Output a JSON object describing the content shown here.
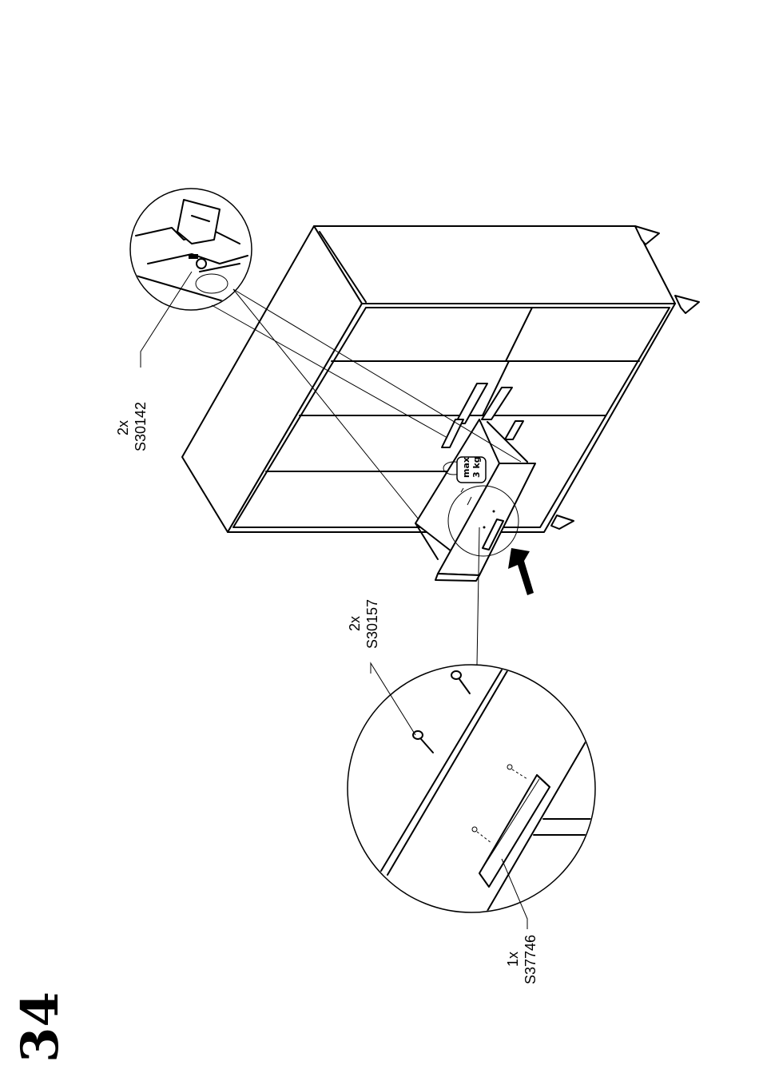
{
  "step_number": "34",
  "callouts": {
    "screws_top": {
      "qty": "2x",
      "code": "S30142"
    },
    "screws_mid": {
      "qty": "2x",
      "code": "S30157"
    },
    "handle": {
      "qty": "1x",
      "code": "S37746"
    }
  },
  "load_badge": {
    "line1": "max",
    "line2": "3 kg"
  },
  "colors": {
    "ink": "#000000",
    "paper": "#ffffff"
  }
}
